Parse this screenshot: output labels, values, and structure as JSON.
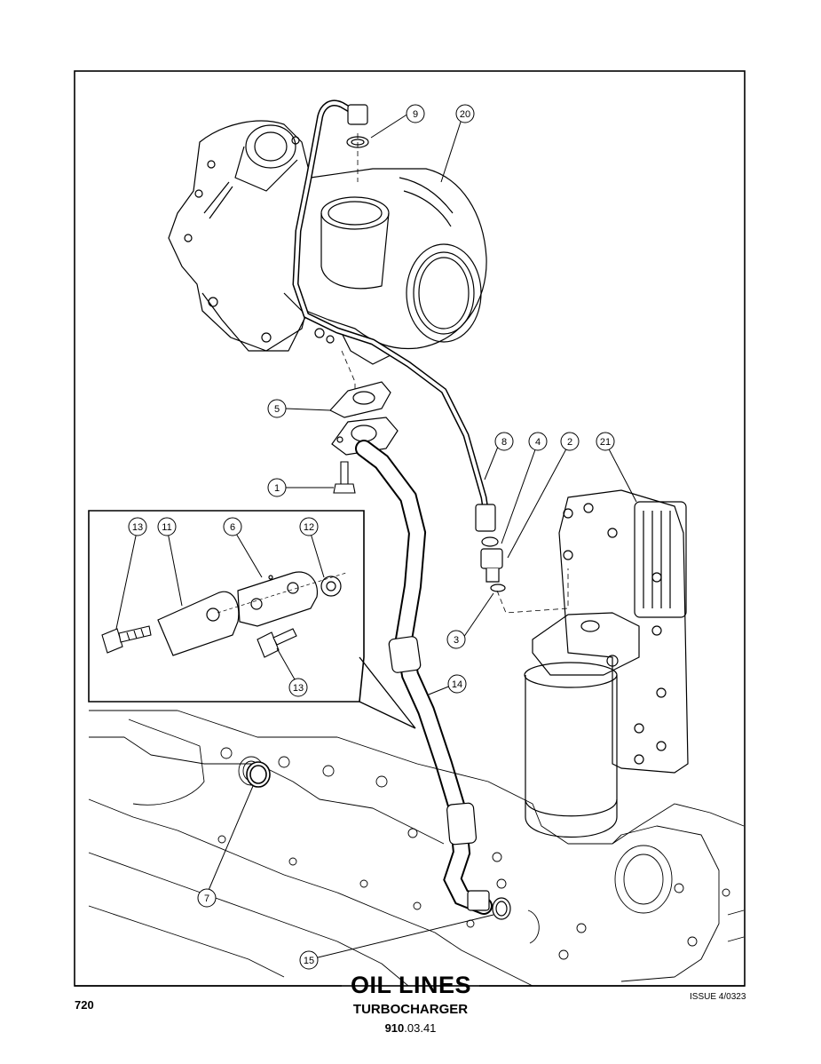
{
  "page": {
    "number": "720",
    "issue": "ISSUE 4/0323",
    "title": "OIL LINES",
    "subtitle": "TURBOCHARGER",
    "section_bold": "910",
    "section_rest": ".03.41"
  },
  "callouts": [
    "1",
    "2",
    "3",
    "4",
    "5",
    "6",
    "7",
    "8",
    "9",
    "11",
    "12",
    "13",
    "13",
    "14",
    "15",
    "20",
    "21"
  ]
}
